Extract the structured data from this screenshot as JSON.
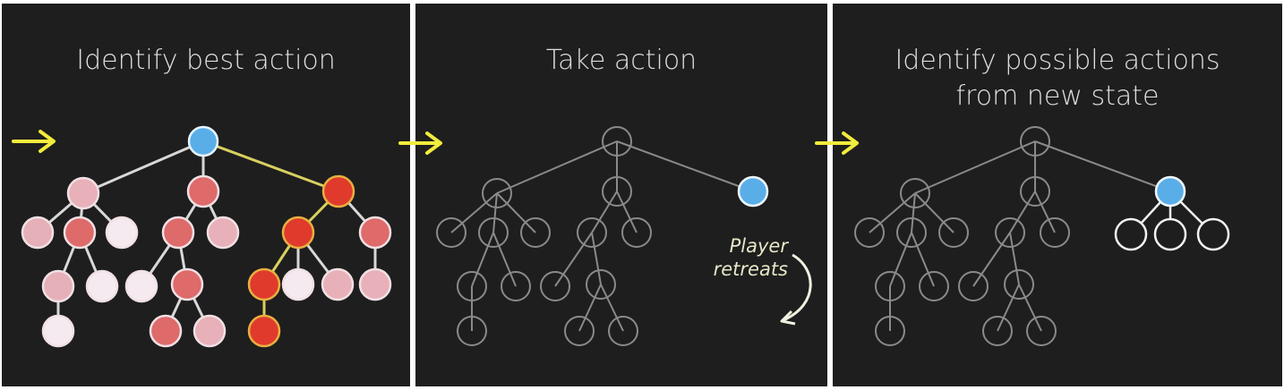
{
  "panels": [
    {
      "title": "Identify best action"
    },
    {
      "title": "Take action"
    },
    {
      "title_line1": "Identify possible actions",
      "title_line2": "from new state"
    }
  ],
  "annotation": {
    "line1": "Player",
    "line2": "retreats"
  },
  "colors": {
    "arrow": "#f2ec3c",
    "current": "#5aaee8",
    "best_path": "#e03a2c",
    "best_edge": "#d8d060",
    "edge": "#d8d8d8",
    "dim_edge": "#8a8a8a",
    "outline_node": "#8a8a8a"
  }
}
